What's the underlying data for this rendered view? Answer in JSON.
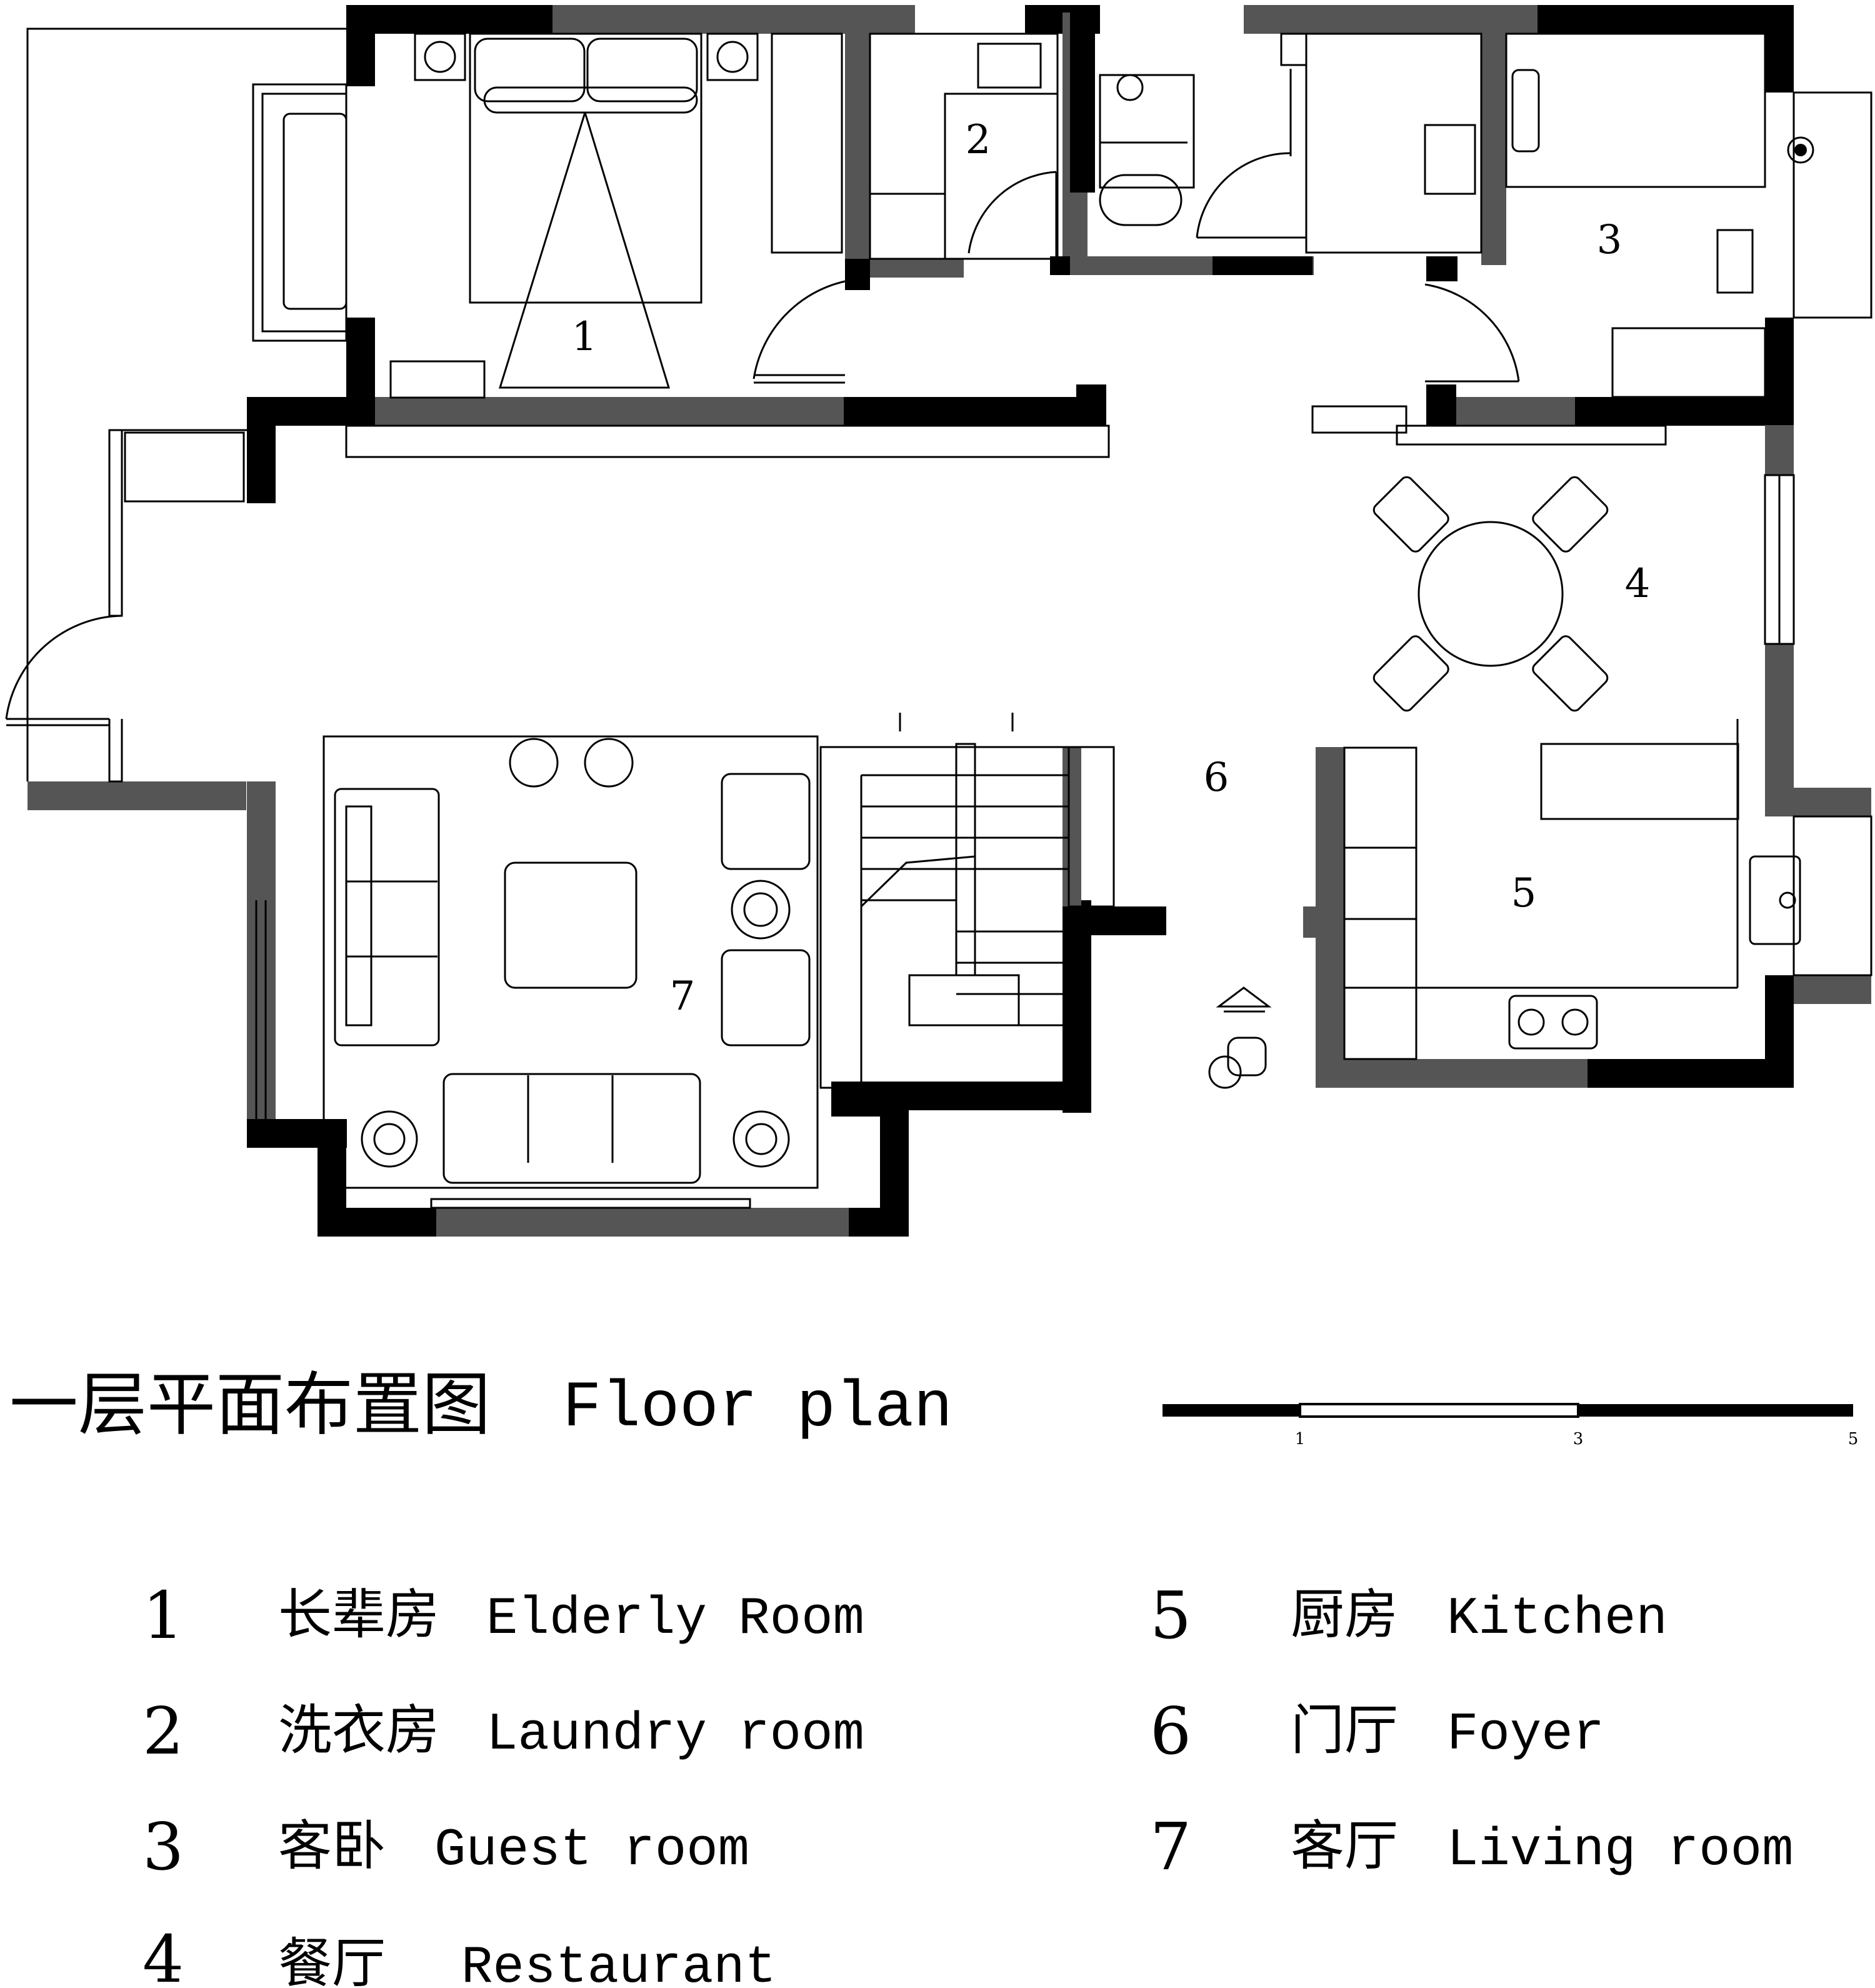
{
  "title": {
    "chinese": "一层平面布置图",
    "english": "Floor plan"
  },
  "scale_bar": {
    "ticks": [
      "1",
      "3",
      "5"
    ]
  },
  "room_numbers": [
    "1",
    "2",
    "3",
    "4",
    "5",
    "6",
    "7"
  ],
  "legend": [
    {
      "num": "1",
      "cn": "长辈房",
      "en": "Elderly Room"
    },
    {
      "num": "2",
      "cn": "洗衣房",
      "en": "Laundry room"
    },
    {
      "num": "3",
      "cn": "客卧",
      "en": "Guest room"
    },
    {
      "num": "4",
      "cn": "餐厅",
      "en": "Restaurant"
    },
    {
      "num": "5",
      "cn": "厨房",
      "en": "Kitchen"
    },
    {
      "num": "6",
      "cn": "门厅",
      "en": "Foyer"
    },
    {
      "num": "7",
      "cn": "客厅",
      "en": "Living room"
    }
  ],
  "colors": {
    "wall_structural": "#000000",
    "wall_partition": "#555555",
    "background": "#ffffff"
  }
}
